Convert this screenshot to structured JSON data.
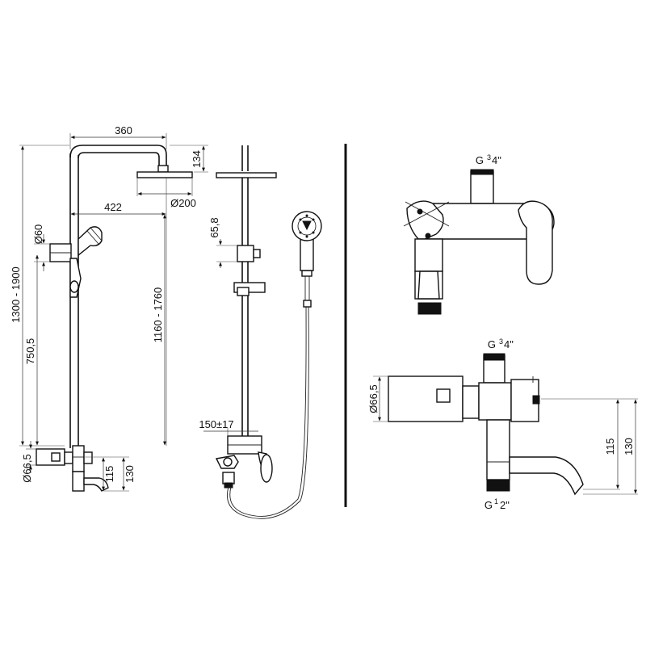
{
  "front_view": {
    "dim_width": "360",
    "dim_head_drop": "134",
    "dim_head_diameter": "Ø200",
    "dim_reach": "422",
    "dim_holder_diameter": "Ø60",
    "dim_total_height": "1300 - 1900",
    "dim_riser_height": "1160 - 1760",
    "dim_mixer_height": "750,5",
    "dim_body_diameter": "Ø66,5",
    "dim_spout_115": "115",
    "dim_spout_130": "130"
  },
  "side_view": {
    "dim_holder_offset": "65,8",
    "dim_centres": "150±17"
  },
  "mixer_detail": {
    "thread_top_a": "G",
    "thread_top_a_sup": "3",
    "thread_top_a_den": "4\"",
    "thread_top_b": "G",
    "thread_top_b_sup": "3",
    "thread_top_b_den": "4\"",
    "thread_bottom": "G",
    "thread_bottom_sup": "1",
    "thread_bottom_den": "2\"",
    "dim_body_diameter": "Ø66,5",
    "dim_115": "115",
    "dim_130": "130"
  },
  "colors": {
    "line": "#111111",
    "background": "#ffffff"
  }
}
